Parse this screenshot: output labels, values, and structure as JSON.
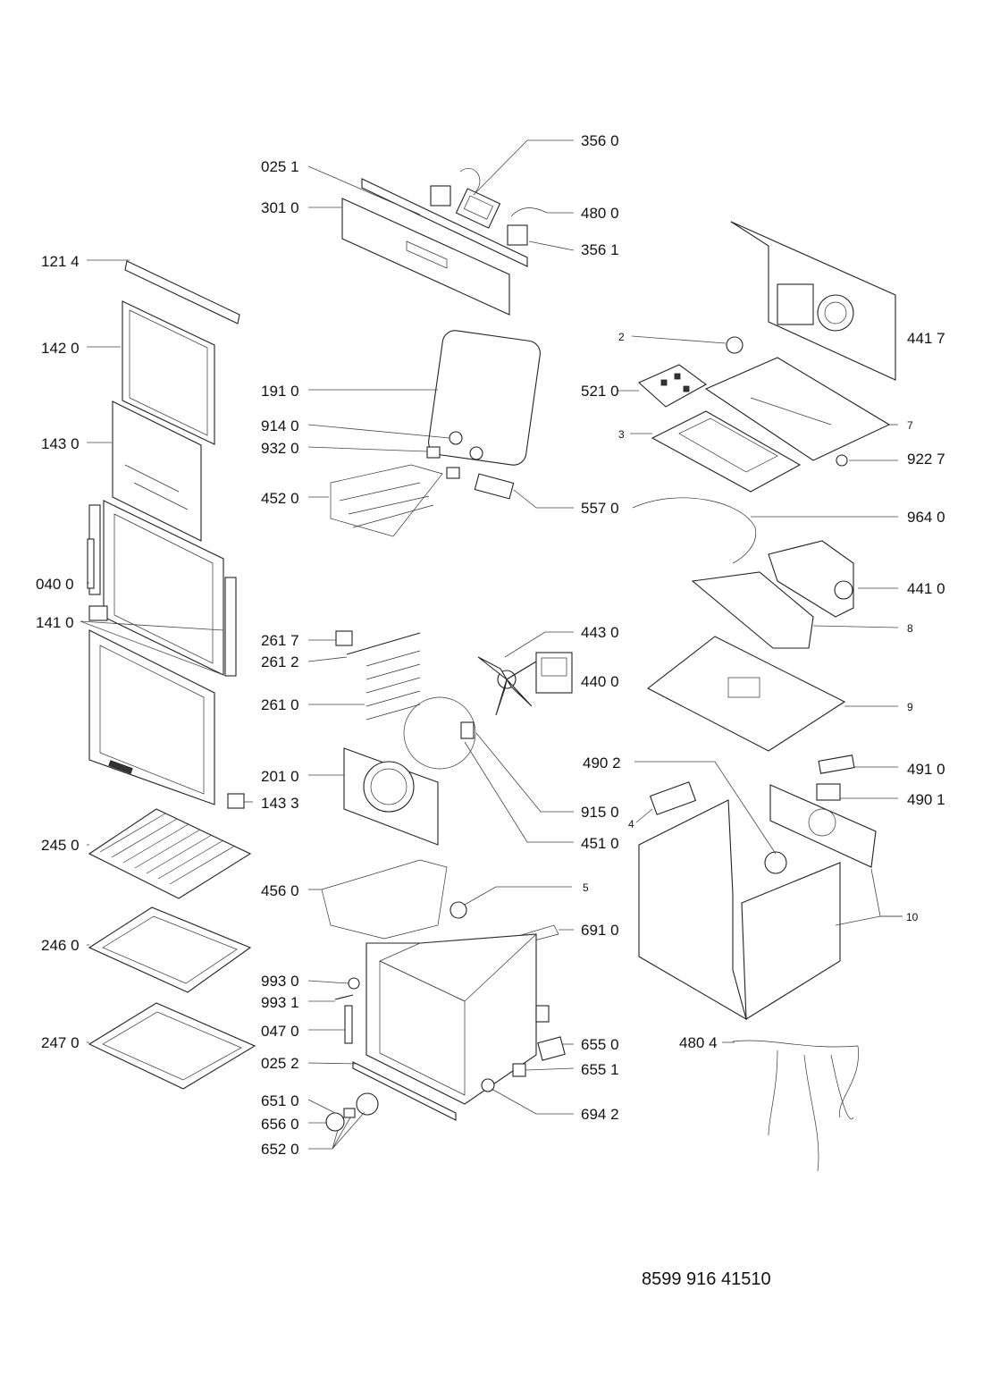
{
  "document_number": "8599 916 41510",
  "parts": [
    {
      "id": "p0251",
      "label": "025 1"
    },
    {
      "id": "p3010",
      "label": "301 0"
    },
    {
      "id": "p3560",
      "label": "356 0"
    },
    {
      "id": "p4800",
      "label": "480 0"
    },
    {
      "id": "p3561",
      "label": "356 1"
    },
    {
      "id": "p1214",
      "label": "121 4"
    },
    {
      "id": "p1420",
      "label": "142 0"
    },
    {
      "id": "p1430",
      "label": "143 0"
    },
    {
      "id": "p0400",
      "label": "040 0"
    },
    {
      "id": "p1410",
      "label": "141 0"
    },
    {
      "id": "p1910",
      "label": "191 0"
    },
    {
      "id": "p9140",
      "label": "914 0"
    },
    {
      "id": "p9320",
      "label": "932 0"
    },
    {
      "id": "p4520",
      "label": "452 0"
    },
    {
      "id": "p5570",
      "label": "557 0"
    },
    {
      "id": "p2",
      "label": "2"
    },
    {
      "id": "p4417",
      "label": "441 7"
    },
    {
      "id": "p5210",
      "label": "521 0"
    },
    {
      "id": "p7",
      "label": "7"
    },
    {
      "id": "p3",
      "label": "3"
    },
    {
      "id": "p9227",
      "label": "922 7"
    },
    {
      "id": "p9640",
      "label": "964 0"
    },
    {
      "id": "p4410",
      "label": "441 0"
    },
    {
      "id": "p8",
      "label": "8"
    },
    {
      "id": "p2617",
      "label": "261 7"
    },
    {
      "id": "p2612",
      "label": "261 2"
    },
    {
      "id": "p2610",
      "label": "261 0"
    },
    {
      "id": "p4430",
      "label": "443 0"
    },
    {
      "id": "p4400",
      "label": "440 0"
    },
    {
      "id": "p9",
      "label": "9"
    },
    {
      "id": "p2010",
      "label": "201 0"
    },
    {
      "id": "p1433",
      "label": "143 3"
    },
    {
      "id": "p4902",
      "label": "490 2"
    },
    {
      "id": "p4910",
      "label": "491 0"
    },
    {
      "id": "p4901",
      "label": "490 1"
    },
    {
      "id": "p9150",
      "label": "915 0"
    },
    {
      "id": "p4510",
      "label": "451 0"
    },
    {
      "id": "p4",
      "label": "4"
    },
    {
      "id": "p2450",
      "label": "245 0"
    },
    {
      "id": "p4560",
      "label": "456 0"
    },
    {
      "id": "p5",
      "label": "5"
    },
    {
      "id": "p10",
      "label": "10"
    },
    {
      "id": "p2460",
      "label": "246 0"
    },
    {
      "id": "p6910",
      "label": "691 0"
    },
    {
      "id": "p9930",
      "label": "993 0"
    },
    {
      "id": "p9931",
      "label": "993 1"
    },
    {
      "id": "p0470",
      "label": "047 0"
    },
    {
      "id": "p2470",
      "label": "247 0"
    },
    {
      "id": "p6550",
      "label": "655 0"
    },
    {
      "id": "p4804",
      "label": "480 4"
    },
    {
      "id": "p0252",
      "label": "025 2"
    },
    {
      "id": "p6551",
      "label": "655 1"
    },
    {
      "id": "p6510",
      "label": "651 0"
    },
    {
      "id": "p6942",
      "label": "694 2"
    },
    {
      "id": "p6560",
      "label": "656 0"
    },
    {
      "id": "p6520",
      "label": "652 0"
    }
  ]
}
